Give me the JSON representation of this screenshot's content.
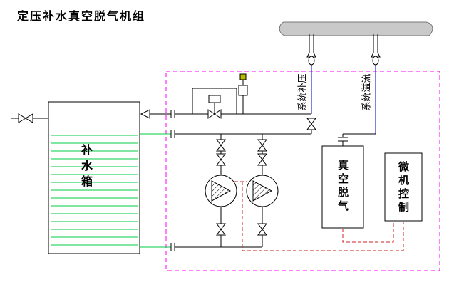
{
  "title": "定压补水真空脱气机组",
  "labels": {
    "tank": "补水箱",
    "degasser": "真空脱气",
    "controller": "微机控制",
    "system_pressure": "系统补压",
    "system_overflow": "系统溢流"
  },
  "colors": {
    "line": "#000000",
    "water": "#00cc44",
    "system": "#0000bb",
    "control": "#cc2222",
    "enclosure": "#ff00ff",
    "pipe_fill": "#c9c9c9",
    "safety_cap": "#b8b800"
  }
}
